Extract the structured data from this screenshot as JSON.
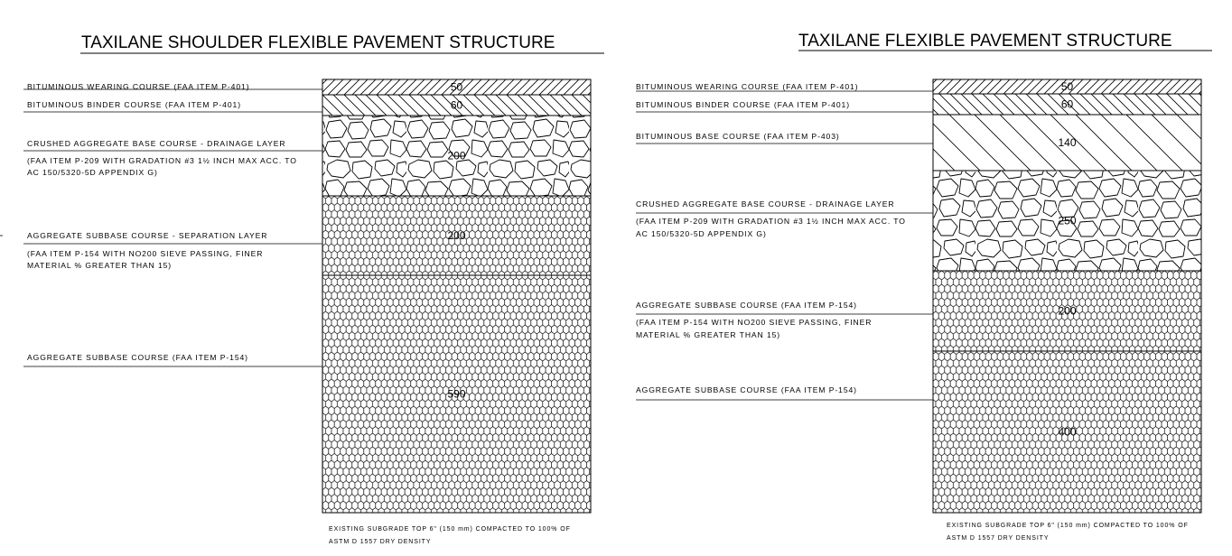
{
  "sections": [
    {
      "title": "TAXILANE SHOULDER FLEXIBLE PAVEMENT STRUCTURE",
      "layers": [
        {
          "thickness": "50",
          "pattern": "hatch-fine",
          "labels": [
            "BITUMINOUS WEARING COURSE (FAA ITEM P-401)"
          ],
          "notes": []
        },
        {
          "thickness": "60",
          "pattern": "hatch-back",
          "labels": [
            "BITUMINOUS BINDER COURSE (FAA ITEM P-401)"
          ],
          "notes": []
        },
        {
          "thickness": "200",
          "pattern": "stones",
          "labels": [
            "CRUSHED AGGREGATE BASE COURSE - DRAINAGE LAYER"
          ],
          "notes": [
            "(FAA ITEM P-209 WITH GRADATION #3 1½ INCH MAX ACC. TO",
            "AC 150/5320-5D APPENDIX G)"
          ]
        },
        {
          "thickness": "200",
          "pattern": "hex",
          "labels": [
            "AGGREGATE SUBBASE COURSE - SEPARATION LAYER"
          ],
          "notes": [
            "(FAA ITEM P-154 WITH NO200 SIEVE PASSING, FINER",
            "MATERIAL % GREATER THAN 15)"
          ]
        },
        {
          "thickness": "590",
          "pattern": "hex",
          "labels": [
            "AGGREGATE SUBBASE COURSE (FAA ITEM P-154)"
          ],
          "notes": []
        }
      ],
      "footer": [
        "EXISTING SUBGRADE TOP 6\" (150 mm) COMPACTED TO 100% OF",
        "ASTM D 1557 DRY DENSITY"
      ]
    },
    {
      "title": "TAXILANE FLEXIBLE PAVEMENT STRUCTURE",
      "layers": [
        {
          "thickness": "50",
          "pattern": "hatch-fine",
          "labels": [
            "BITUMINOUS WEARING COURSE (FAA ITEM P-401)"
          ],
          "notes": []
        },
        {
          "thickness": "60",
          "pattern": "hatch-back",
          "labels": [
            "BITUMINOUS BINDER COURSE (FAA ITEM P-401)"
          ],
          "notes": []
        },
        {
          "thickness": "140",
          "pattern": "hatch-wide",
          "labels": [
            "BITUMINOUS BASE COURSE  (FAA ITEM P-403)"
          ],
          "notes": []
        },
        {
          "thickness": "250",
          "pattern": "stones",
          "labels": [
            "CRUSHED AGGREGATE BASE COURSE - DRAINAGE LAYER"
          ],
          "notes": [
            "(FAA ITEM P-209 WITH GRADATION #3 1½ INCH MAX ACC. TO",
            "AC 150/5320-5D APPENDIX G)"
          ]
        },
        {
          "thickness": "200",
          "pattern": "hex",
          "labels": [
            "AGGREGATE SUBBASE COURSE (FAA ITEM P-154)"
          ],
          "notes": [
            "(FAA ITEM P-154 WITH NO200 SIEVE PASSING, FINER",
            "MATERIAL % GREATER THAN 15)"
          ]
        },
        {
          "thickness": "400",
          "pattern": "hex",
          "labels": [
            "AGGREGATE SUBBASE COURSE (FAA ITEM P-154)"
          ],
          "notes": []
        }
      ],
      "footer": [
        "EXISTING SUBGRADE TOP 6\" (150 mm) COMPACTED TO 100% OF",
        "ASTM D 1557 DRY DENSITY"
      ]
    }
  ]
}
